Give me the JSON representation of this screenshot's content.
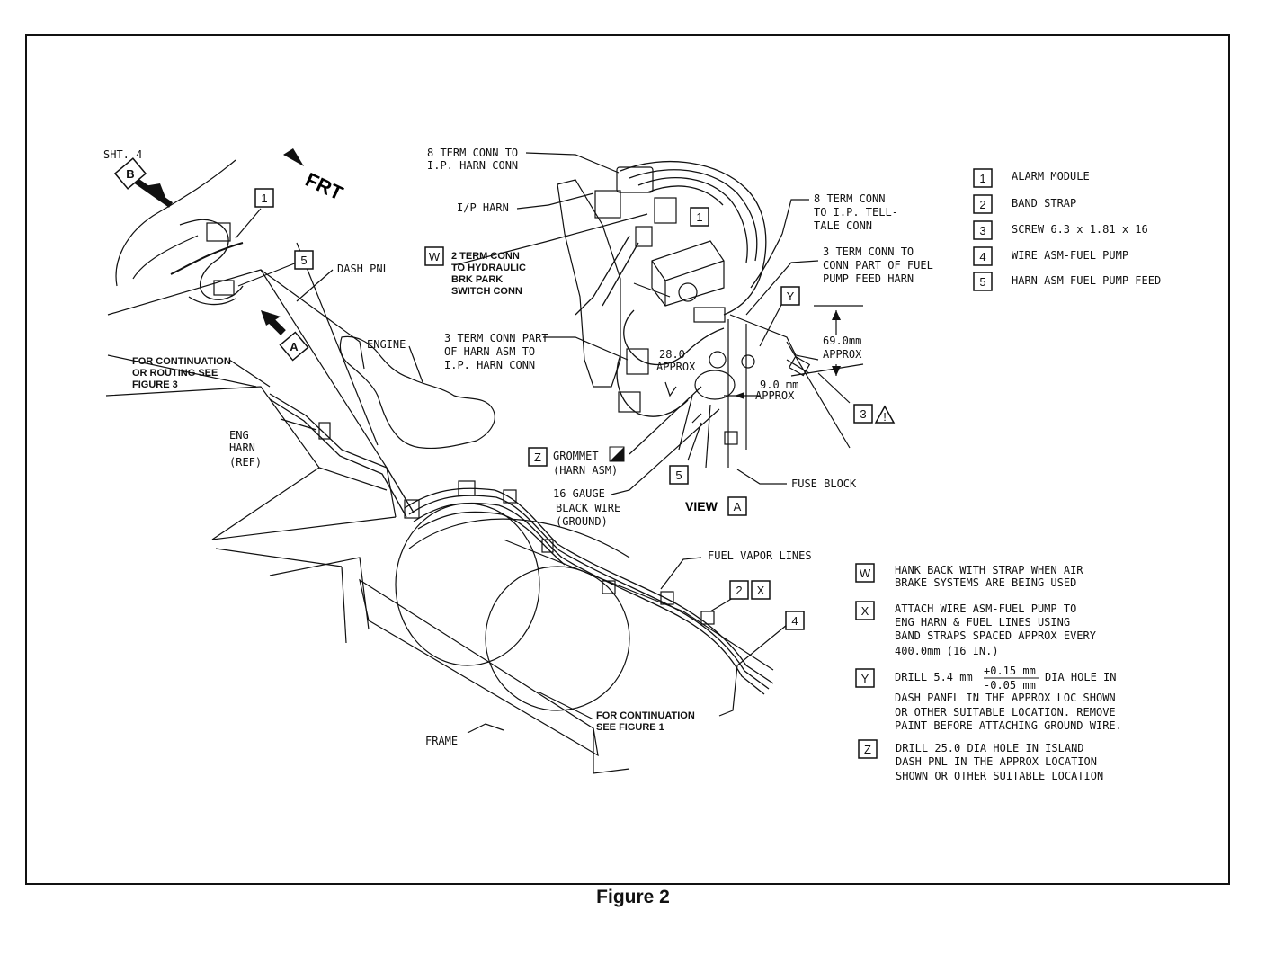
{
  "caption": "Figure 2",
  "top_left": {
    "sht": "SHT. 4",
    "frt": "FRT",
    "view_b": "B",
    "view_a": "A",
    "callout_1": "1",
    "callout_5": "5",
    "dash_pnl": "DASH PNL",
    "continuation_fig3": [
      "FOR CONTINUATION",
      "OR ROUTING SEE",
      "FIGURE 3"
    ],
    "engine": "ENGINE",
    "eng_harn": [
      "ENG",
      "HARN",
      "(REF)"
    ]
  },
  "center": {
    "term8_ip": [
      "8 TERM CONN TO",
      "I.P. HARN CONN"
    ],
    "ip_harn": "I/P HARN",
    "w_badge": "W",
    "term2": [
      "2 TERM CONN",
      "TO HYDRAULIC",
      "BRK PARK",
      "SWITCH CONN"
    ],
    "term3_part": [
      "3 TERM CONN PART",
      "OF HARN ASM TO",
      "I.P. HARN CONN"
    ],
    "callout_1": "1",
    "term8_telltale": [
      "8 TERM CONN",
      "TO I.P. TELL-",
      "TALE CONN"
    ],
    "term3_fuel": [
      "3 TERM CONN TO",
      "CONN PART OF FUEL",
      "PUMP FEED HARN"
    ],
    "y_badge": "Y",
    "dim_69": [
      "69.0mm",
      "APPROX"
    ],
    "dim_28": [
      "28.0",
      "APPROX"
    ],
    "dim_9": [
      "9.0 mm",
      "APPROX"
    ],
    "callout_3": "3",
    "z_badge": "Z",
    "grommet": [
      "GROMMET",
      "(HARN ASM)"
    ],
    "gauge16": [
      "16 GAUGE",
      "BLACK WIRE",
      "(GROUND)"
    ],
    "callout_5": "5",
    "view": "VIEW",
    "view_letter": "A",
    "fuse_block": "FUSE BLOCK"
  },
  "lower": {
    "fuel_vapor": "FUEL VAPOR LINES",
    "callout_2": "2",
    "callout_x": "X",
    "callout_4": "4",
    "continuation_fig1": [
      "FOR CONTINUATION",
      "SEE FIGURE 1"
    ],
    "frame": "FRAME"
  },
  "legend": [
    {
      "key": "1",
      "text": "ALARM MODULE"
    },
    {
      "key": "2",
      "text": "BAND STRAP"
    },
    {
      "key": "3",
      "text": "SCREW  6.3 x 1.81 x 16"
    },
    {
      "key": "4",
      "text": "WIRE ASM-FUEL PUMP"
    },
    {
      "key": "5",
      "text": "HARN ASM-FUEL PUMP FEED"
    }
  ],
  "notes": {
    "w": {
      "key": "W",
      "lines": [
        "HANK BACK WITH STRAP WHEN AIR",
        "BRAKE SYSTEMS ARE BEING USED"
      ]
    },
    "x": {
      "key": "X",
      "lines": [
        "ATTACH WIRE ASM-FUEL PUMP TO",
        "ENG HARN & FUEL LINES USING",
        "BAND STRAPS SPACED APPROX EVERY",
        "400.0mm (16 IN.)"
      ]
    },
    "y": {
      "key": "Y",
      "prefix": "DRILL 5.4 mm",
      "tol_plus": "+0.15 mm",
      "tol_minus": "-0.05 mm",
      "suffix": "DIA HOLE IN",
      "lines": [
        "DASH PANEL IN THE APPROX LOC SHOWN",
        "OR OTHER SUITABLE LOCATION. REMOVE",
        "PAINT BEFORE ATTACHING GROUND WIRE."
      ]
    },
    "z": {
      "key": "Z",
      "lines": [
        "DRILL 25.0 DIA HOLE IN ISLAND",
        "DASH PNL IN THE APPROX LOCATION",
        "SHOWN OR OTHER SUITABLE LOCATION"
      ]
    }
  }
}
